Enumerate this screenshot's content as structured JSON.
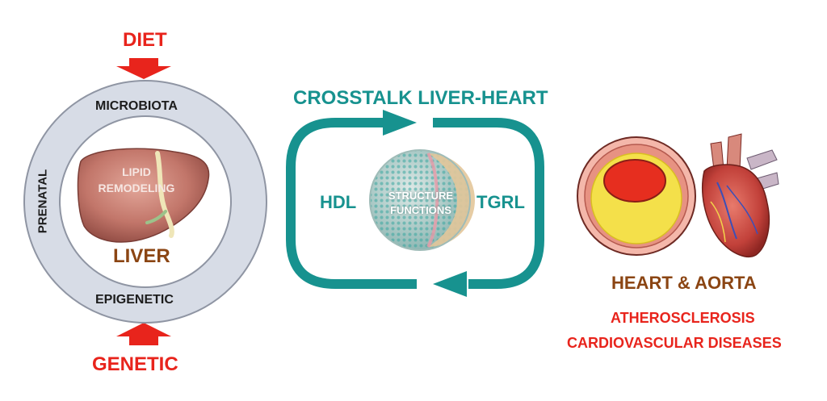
{
  "colors": {
    "red": "#e8241c",
    "teal": "#17928f",
    "brown": "#8b4513",
    "ring": "#d7dce6",
    "ring_stroke": "#8f95a3",
    "dark_text": "#1c1c1c"
  },
  "left": {
    "top_input": "DIET",
    "bottom_input": "GENETIC",
    "ring_top": "MICROBIOTA",
    "ring_bottom": "EPIGENETIC",
    "ring_left": "PRENATAL",
    "organ_caption": "LIPID REMODELING",
    "organ_label": "LIVER"
  },
  "center": {
    "title": "CROSSTALK LIVER-HEART",
    "left_label": "HDL",
    "right_label": "TGRL",
    "particle_caption": "STRUCTURE FUNCTIONS"
  },
  "right": {
    "organ_label": "HEART & AORTA",
    "disease_line1": "ATHEROSCLEROSIS",
    "disease_line2": "CARDIOVASCULAR DISEASES"
  }
}
